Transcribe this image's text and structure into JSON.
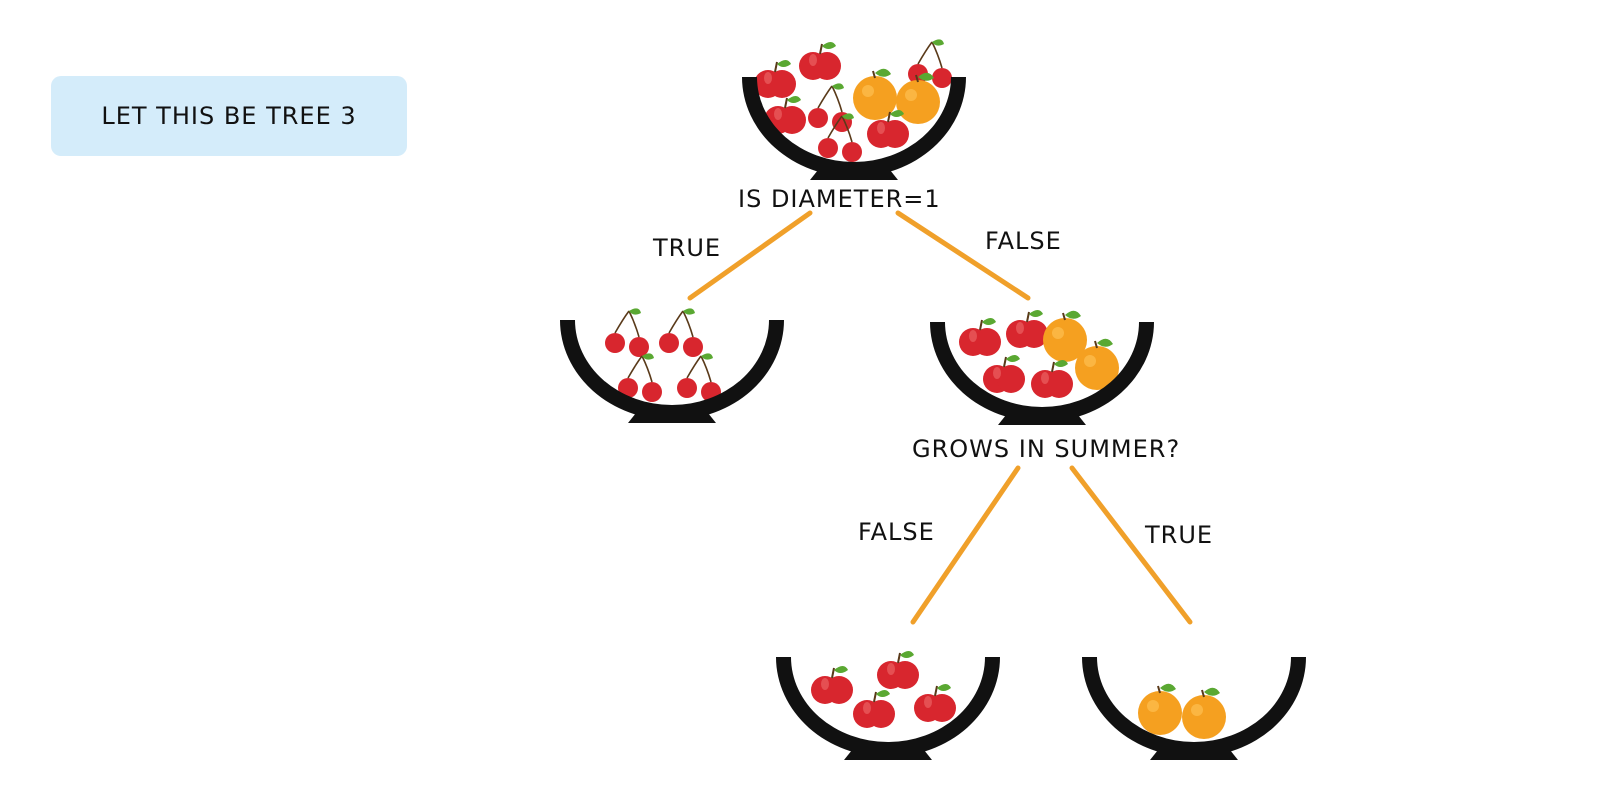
{
  "banner": {
    "text": "LET THIS BE TREE 3"
  },
  "tree": {
    "root_question": "IS DIAMETER=1",
    "root_true_label": "TRUE",
    "root_false_label": "FALSE",
    "second_question": "GROWS IN SUMMER?",
    "second_false_label": "FALSE",
    "second_true_label": "TRUE"
  },
  "colors": {
    "branch": "#f0a02a",
    "bowl": "#111111",
    "apple": "#d8262e",
    "cherry": "#d8262e",
    "orange": "#f5a020",
    "leaf": "#5aa832",
    "banner": "#d4ecfa"
  }
}
